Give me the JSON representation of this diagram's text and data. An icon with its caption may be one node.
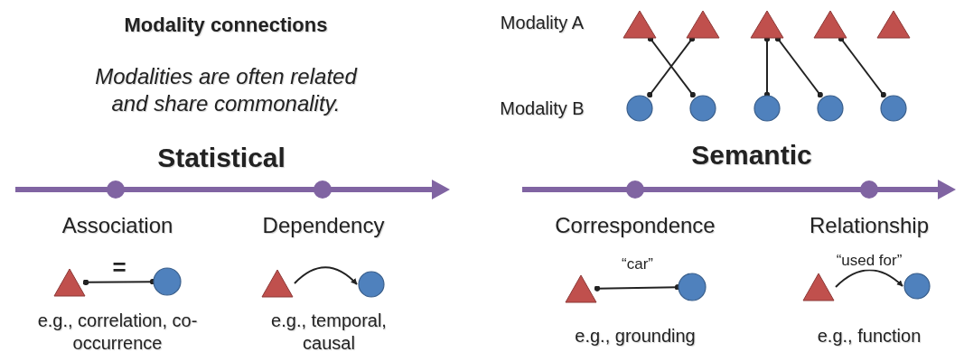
{
  "diagram": {
    "title": "Modality connections",
    "nodes": [
      {
        "text": [],
        "shape": "triangle"
      },
      {
        "text": [],
        "shape": "triangle"
      },
      {
        "text": [],
        "shape": "triangle"
      },
      {
        "text": [],
        "shape": "triangle"
      },
      {
        "text": [],
        "shape": "triangle"
      },
      {
        "text": [],
        "shape": "circle"
      },
      {
        "text": [],
        "shape": "circle"
      },
      {
        "text": [],
        "shape": "circle"
      },
      {
        "text": [],
        "shape": "circle"
      },
      {
        "text": [],
        "shape": "circle"
      },
      {
        "text": [],
        "shape": "triangle"
      },
      {
        "text": [],
        "shape": "circle"
      },
      {
        "text": [],
        "shape": "triangle"
      },
      {
        "text": [],
        "shape": "circle"
      },
      {
        "text": [],
        "shape": "triangle"
      },
      {
        "text": [],
        "shape": "circle"
      },
      {
        "text": [],
        "shape": "triangle"
      },
      {
        "text": [],
        "shape": "circle"
      }
    ],
    "edges": [
      {
        "from": 0,
        "to": 6,
        "arrow": "other"
      },
      {
        "from": 1,
        "to": 5,
        "arrow": "other"
      },
      {
        "from": 2,
        "to": 7,
        "arrow": "other"
      },
      {
        "from": 2,
        "to": 8,
        "arrow": "other"
      },
      {
        "from": 3,
        "to": 9,
        "arrow": "other"
      },
      {
        "from": 10,
        "to": 11,
        "arrow": "other",
        "label": "="
      },
      {
        "from": 12,
        "to": 13,
        "arrow": "to"
      },
      {
        "from": 14,
        "to": 15,
        "arrow": "other",
        "label": "“car”"
      },
      {
        "from": 16,
        "to": 17,
        "arrow": "to",
        "label": "“used for”"
      }
    ],
    "labels": [
      "Modalities are often related and share commonality.",
      "Modality A",
      "Modality B",
      "Statistical",
      "Association",
      "Dependency",
      "e.g., correlation, co-occurrence",
      "e.g., temporal, causal",
      "Semantic",
      "Correspondence",
      "Relationship",
      "e.g., grounding",
      "e.g., function"
    ]
  }
}
